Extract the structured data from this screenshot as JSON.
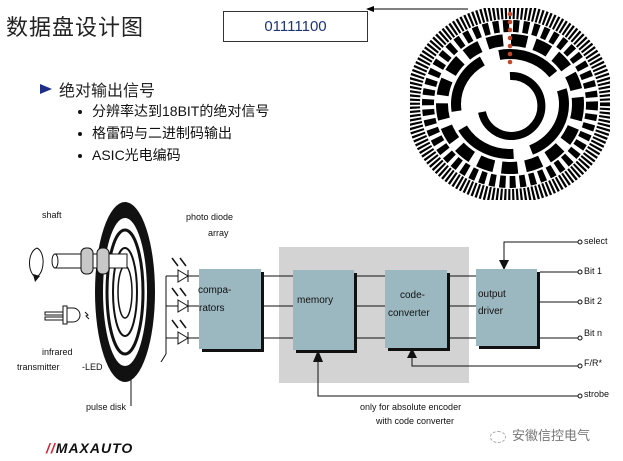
{
  "slide": {
    "title": "数据盘设计图",
    "code_value": "01111100",
    "heading": "绝对输出信号",
    "bullets": [
      "分辨率达到18BIT的绝对信号",
      "格雷码与二进制码输出",
      "ASIC光电编码"
    ]
  },
  "diagram": {
    "labels": {
      "shaft": "shaft",
      "photo_diode": "photo diode",
      "array": "array",
      "infrared": "infrared",
      "transmitter": "transmitter",
      "led": "-LED",
      "pulse_disk": "pulse disk",
      "note_line1": "only for absolute encoder",
      "note_line2": "with code converter"
    },
    "blocks": {
      "comparators_1": "compa-",
      "comparators_2": "rators",
      "memory": "memory",
      "code_converter_1": "code-",
      "code_converter_2": "converter",
      "output_driver_1": "output",
      "output_driver_2": "driver"
    },
    "signals": [
      "select",
      "Bit 1",
      "Bit 2",
      "Bit n",
      "F/R*",
      "strobe"
    ],
    "colors": {
      "block_fill": "#9bb7bf",
      "panel_fill": "#d3d3d3",
      "probe_dots": "#c0492b",
      "accent": "#1f2f86"
    }
  },
  "footer": {
    "logo_prefix": "//",
    "logo_text": "MAXAUTO",
    "watermark": "安徽信控电气"
  }
}
